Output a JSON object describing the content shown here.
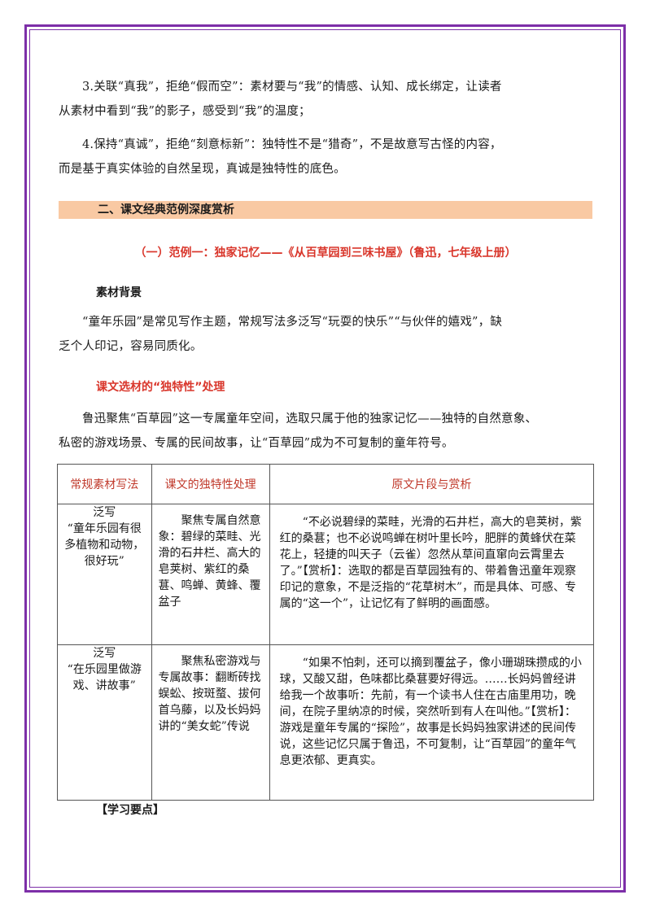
{
  "points": {
    "p3_line1": "3.关联“真我”，拒绝“假而空”：素材要与“我”的情感、认知、成长绑定，让读者",
    "p3_line2": "从素材中看到“我”的影子，感受到“我”的温度；",
    "p4_line1": "4.保持“真诚”，拒绝“刻意标新”：独特性不是“猎奇”，不是故意写古怪的内容，",
    "p4_line2": "而是基于真实体验的自然呈现，真诚是独特性的底色。"
  },
  "section": {
    "title": "二、课文经典范例深度赏析"
  },
  "example": {
    "title": "（一）范例一：独家记忆——《从百草园到三味书屋》（鲁迅，七年级上册）"
  },
  "background": {
    "heading": "素材背景",
    "text_line1": "“童年乐园”是常见写作主题，常规写法多泛写“玩耍的快乐”“与伙伴的嬉戏”，缺",
    "text_line2": "乏个人印记，容易同质化。"
  },
  "treatment": {
    "heading": "课文选材的“独特性”处理",
    "text_line1": "鲁迅聚焦“百草园”这一专属童年空间，选取只属于他的独家记忆——独特的自然意象、",
    "text_line2": "私密的游戏场景、专属的民间故事，让“百草园”成为不可复制的童年符号。"
  },
  "table": {
    "headers": [
      "常规素材写法",
      "课文的独特性处理",
      "原文片段与赏析"
    ],
    "rows": [
      {
        "conventional_1": "泛写",
        "conventional_2": "“童年乐园有很多植物和动物，很好玩”",
        "unique": "聚焦专属自然意象：碧绿的菜畦、光滑的石井栏、高大的皂荚树、紫红的桑葚、鸣蝉、黄蜂、覆盆子",
        "excerpt": "“不必说碧绿的菜畦，光滑的石井栏，高大的皂荚树，紫红的桑葚；也不必说鸣蝉在树叶里长吟，肥胖的黄蜂伏在菜花上，轻捷的叫天子（云雀）忽然从草间直窜向云霄里去了。”【赏析】：选取的都是百草园独有的、带着鲁迅童年观察印记的意象，不是泛指的“花草树木”，而是具体、可感、专属的“这一个”，让记忆有了鲜明的画面感。"
      },
      {
        "conventional_1": "泛写",
        "conventional_2": "“在乐园里做游戏、讲故事”",
        "unique": "聚焦私密游戏与专属故事：翻断砖找蜈蚣、按斑蝥、拔何首乌藤，以及长妈妈讲的“美女蛇”传说",
        "excerpt": "“如果不怕刺，还可以摘到覆盆子，像小珊瑚珠攒成的小球，又酸又甜，色味都比桑葚要好得远。……长妈妈曾经讲给我一个故事听：先前，有一个读书人住在古庙里用功，晚间，在院子里纳凉的时候，突然听到有人在叫他。”【赏析】：游戏是童年专属的“探险”，故事是长妈妈独家讲述的民间传说，这些记忆只属于鲁迅，不可复制，让“百草园”的童年气息更浓郁、更真实。"
      }
    ]
  },
  "study": {
    "heading": "【学习要点】"
  },
  "colors": {
    "frame": "#7d2fa8",
    "section_bar": "#f9c9a3",
    "red_text": "#d9362b"
  }
}
